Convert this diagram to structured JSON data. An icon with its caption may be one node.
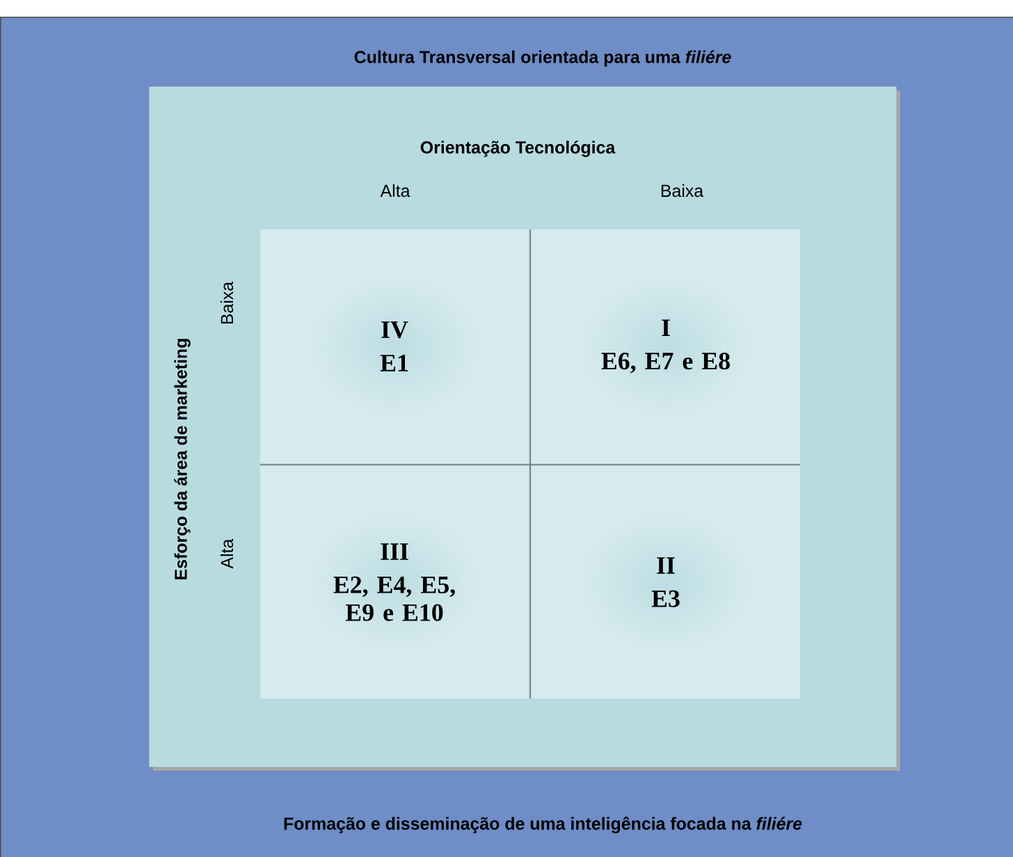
{
  "diagram": {
    "nodes": [
      {
        "text": [
          "Cultura Transversal orientada para uma *filiére*",
          "Formação e disseminação de uma inteligência focada na *filiére*"
        ]
      },
      {
        "text": [
          "Orientação Tecnológica",
          "Esforço da área de marketing"
        ],
        "in": 0
      },
      {
        "text": [
          "IV",
          "E1"
        ],
        "in": 1
      },
      {
        "text": [
          "I",
          "E6, E7 e E8"
        ],
        "in": 1
      },
      {
        "text": [
          "III",
          "E2, E4, E5, E9 e E10"
        ],
        "in": 1
      },
      {
        "text": [
          "II",
          "E3"
        ],
        "in": 1
      }
    ],
    "labels": [
      "Alta",
      "Baixa",
      "Baixa",
      "Alta"
    ]
  }
}
